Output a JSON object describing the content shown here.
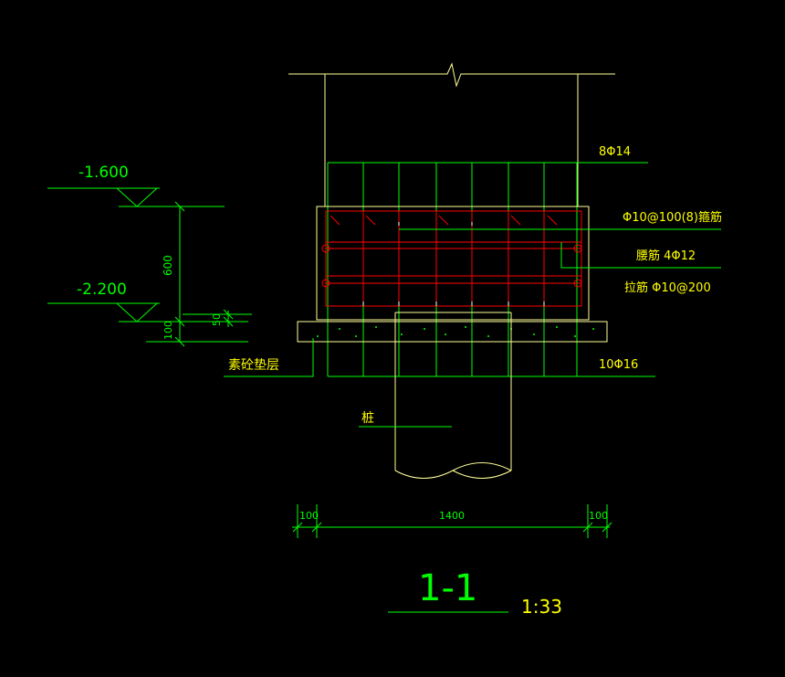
{
  "colors": {
    "background": "#000000",
    "green": "#00ff00",
    "yellow": "#ffff00",
    "red": "#ff0000",
    "white": "#ffffff",
    "lightYellow": "#ffff99"
  },
  "elevations": {
    "top": "-1.600",
    "bottom": "-2.200"
  },
  "dims": {
    "height": "600",
    "cushion": "100",
    "cover": "50",
    "left": "100",
    "width": "1400",
    "right": "100"
  },
  "labels": {
    "topBars": "8Φ14",
    "stirrup": "Φ10@100(8)箍筋",
    "waistBars": "腰筋 4Φ12",
    "tieBars": "拉筋 Φ10@200",
    "bottomBars": "10Φ16",
    "cushionLayer": "素砼垫层",
    "pile": "桩"
  },
  "title": {
    "section": "1-1",
    "scale": "1:33"
  }
}
